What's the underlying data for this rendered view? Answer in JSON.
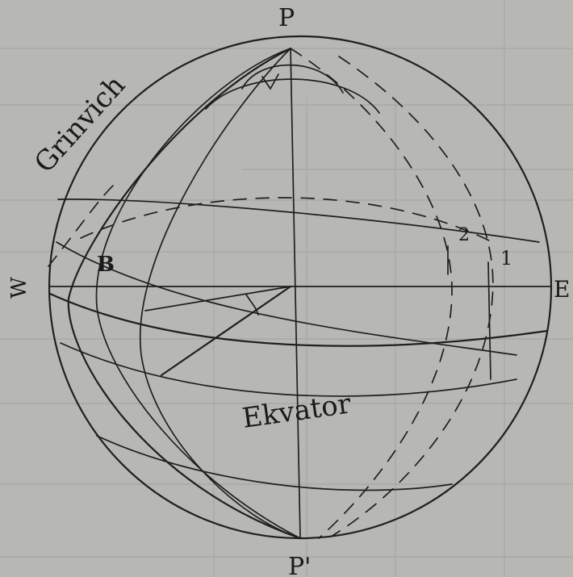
{
  "figure": {
    "labels": {
      "north_pole": "P",
      "south_pole": "P'",
      "west": "W",
      "east": "E",
      "meridian": "Grinvich",
      "equator": "Ekvator",
      "point_b": "B",
      "mark_1": "1",
      "mark_2": "2"
    }
  }
}
